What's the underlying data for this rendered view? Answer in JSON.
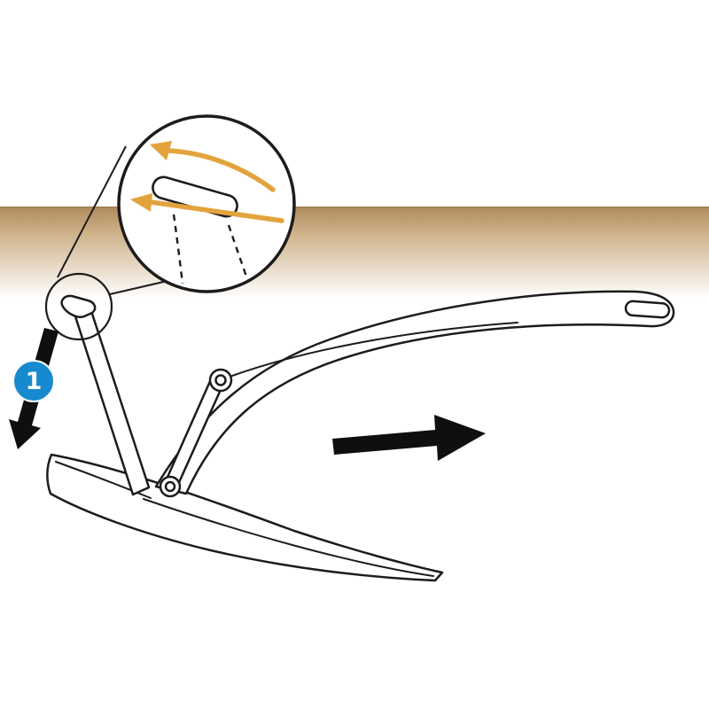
{
  "badge": {
    "label": "1"
  },
  "colors": {
    "background": "#ffffff",
    "seabed_top": "#b0895c",
    "seabed_mid": "#cfb38c",
    "seabed_bottom": "#ffffff",
    "seabed_edge": "#9a7c52",
    "line": "#1c1c1c",
    "flow_arrow": "#e3a33c",
    "motion_arrow": "#0f0f0f",
    "badge_fill": "#1789cf",
    "badge_text": "#ffffff"
  },
  "icons": {
    "step_badge": "numbered-circle-1",
    "impact_arrow": "thick-down-left-arrow",
    "drag_arrow": "thick-right-arrow",
    "flow_arrows": "curved-flow-arrows",
    "zoom_inset": "magnifier-detail-circle"
  }
}
